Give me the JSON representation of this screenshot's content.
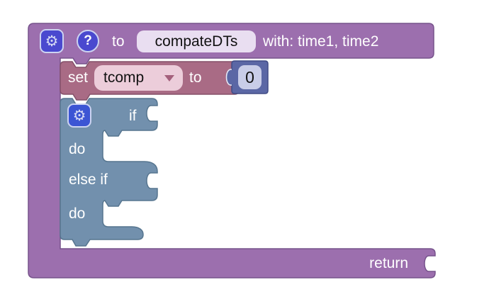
{
  "colors": {
    "procedure_purple": "#9c6fae",
    "procedure_border": "#77538c",
    "name_field_bg": "#e9def1",
    "set_maroon": "#a96b85",
    "set_border": "#855169",
    "dropdown_bg": "#eccdda",
    "if_slate": "#7290ad",
    "if_border": "#56758f",
    "number_indigo": "#5b67a5",
    "number_border": "#414c85",
    "number_field_bg": "#c9cde8",
    "mutator_blue": "#4a49cf",
    "canvas_bg": "#ffffff"
  },
  "procedure_block": {
    "gear_glyph": "⚙",
    "help_label": "?",
    "to_label": "to",
    "name_value": "compateDTs",
    "params_label": "with: time1, time2",
    "return_label": "return"
  },
  "set_block": {
    "set_label": "set",
    "variable_value": "tcomp",
    "to_label": "to"
  },
  "number_block": {
    "value": "0"
  },
  "if_block": {
    "gear_glyph": "⚙",
    "if_label": "if",
    "do_label": "do",
    "else_if_label": "else if",
    "do2_label": "do"
  }
}
